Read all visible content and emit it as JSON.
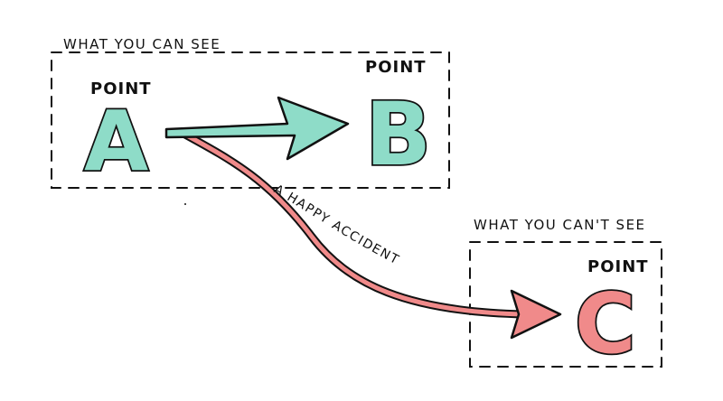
{
  "colors": {
    "teal": "#8edcc8",
    "pink": "#f08a8a",
    "ink": "#111111"
  },
  "visible_box": {
    "caption": "WHAT YOU CAN SEE"
  },
  "hidden_box": {
    "caption": "WHAT YOU CAN'T SEE"
  },
  "point_a": {
    "word": "POINT",
    "letter": "A"
  },
  "point_b": {
    "word": "POINT",
    "letter": "B"
  },
  "point_c": {
    "word": "POINT",
    "letter": "C"
  },
  "curve_label": "A HAPPY ACCIDENT"
}
